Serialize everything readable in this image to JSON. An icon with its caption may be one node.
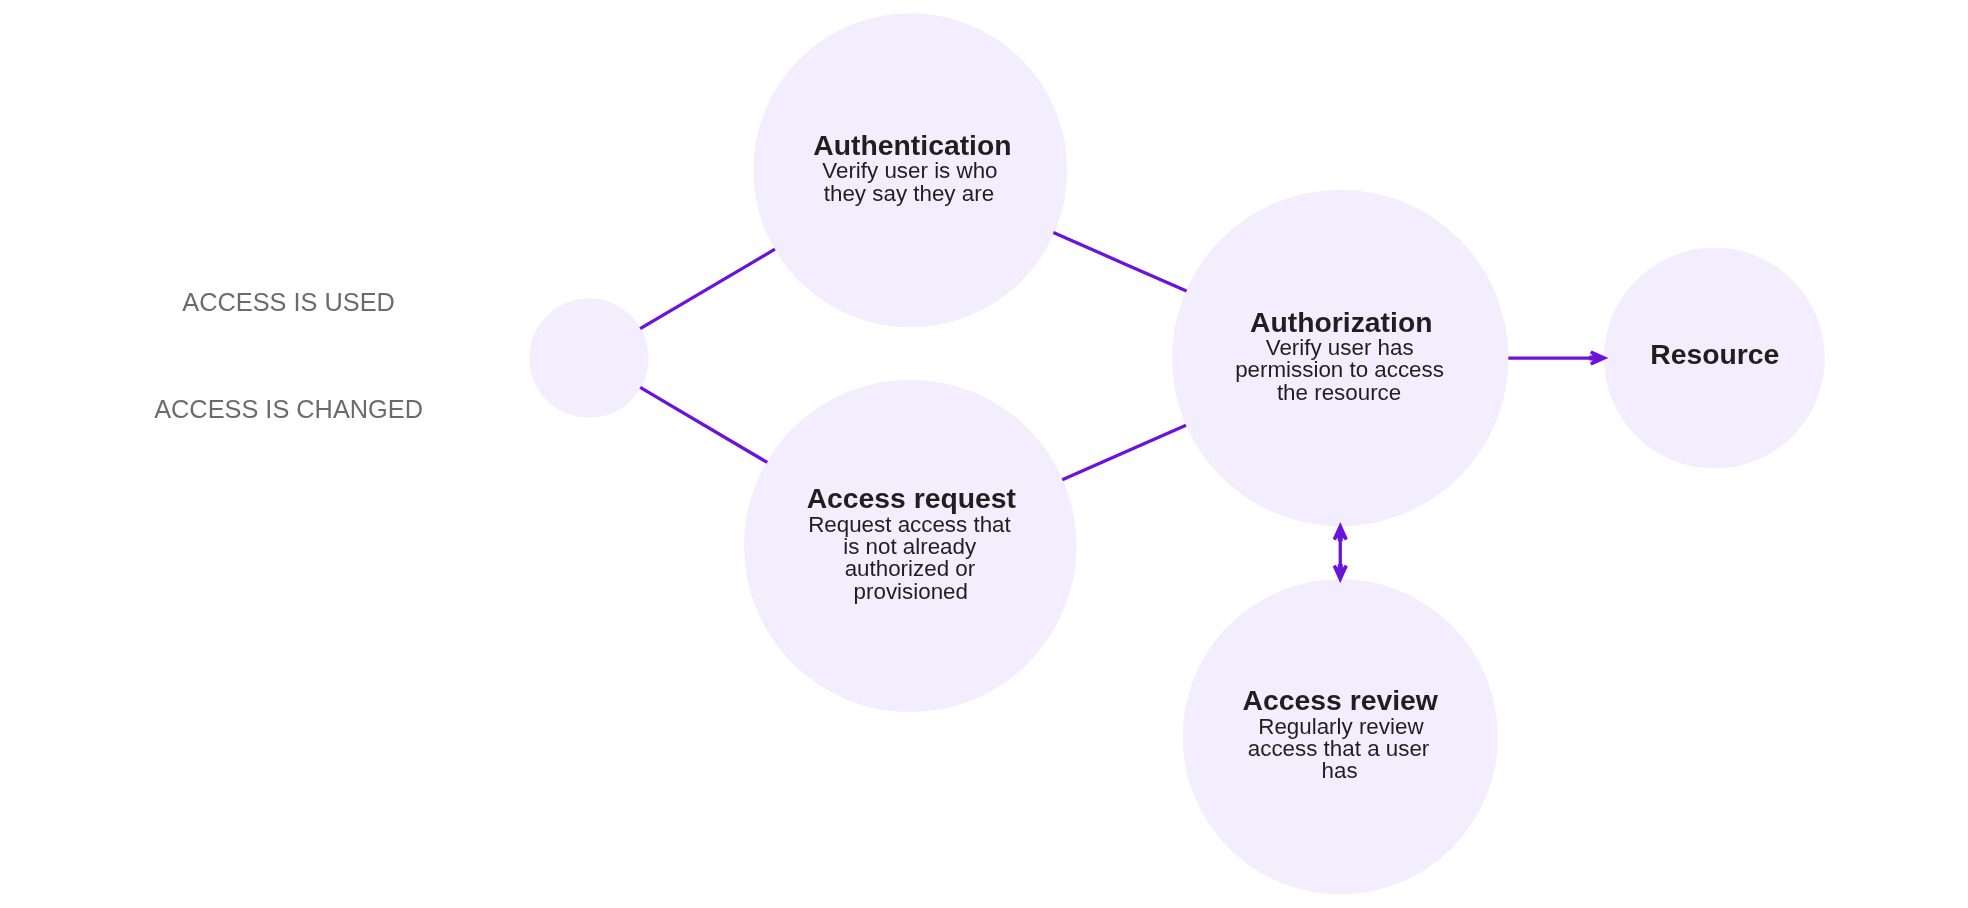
{
  "diagram": {
    "nodes": [
      {
        "text": [],
        "shape": "circle"
      },
      {
        "text": [
          "Authentication",
          "Verify user is who they say they are"
        ]
      },
      {
        "text": [
          "Authorization",
          "Verify user has permission to access the resource"
        ]
      },
      {
        "text": [
          "Resource"
        ]
      },
      {
        "text": [
          "Access request",
          "Request access that is not already authorized or provisioned"
        ]
      },
      {
        "text": [
          "Access review",
          "Regularly review access that a user has"
        ]
      }
    ],
    "edges": [
      {
        "from": 0,
        "to": 1,
        "arrow": "none"
      },
      {
        "from": 1,
        "to": 2,
        "arrow": "none"
      },
      {
        "from": 2,
        "to": 3,
        "arrow": "to"
      },
      {
        "from": 0,
        "to": 4,
        "arrow": "none"
      },
      {
        "from": 4,
        "to": 2,
        "arrow": "none"
      },
      {
        "from": 2,
        "to": 5,
        "arrow": "both"
      }
    ],
    "labels": [
      "ACCESS IS USED",
      "ACCESS IS CHANGED"
    ]
  }
}
